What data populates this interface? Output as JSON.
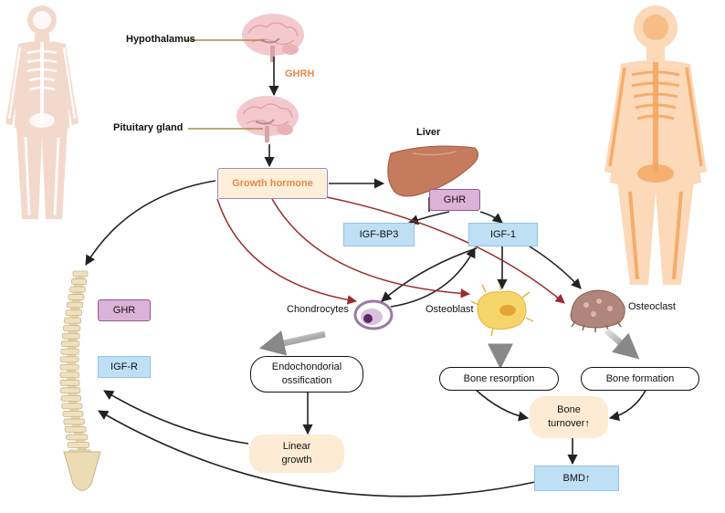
{
  "labels": {
    "hypothalamus": "Hypothalamus",
    "ghrh": "GHRH",
    "pituitary": "Pituitary gland",
    "liver": "Liver",
    "chondrocytes": "Chondrocytes",
    "osteoblast": "Osteoblast",
    "osteoclast": "Osteoclast"
  },
  "boxes": {
    "growth_hormone": "Growth hormone",
    "ghr_liver": "GHR",
    "igf_bp3": "IGF-BP3",
    "igf1": "IGF-1",
    "ghr_spine": "GHR",
    "igf_r": "IGF-R",
    "endo_line1": "Endochondorial",
    "endo_line2": "ossification",
    "bone_resorption": "Bone resorption",
    "bone_formation": "Bone formation",
    "turnover_line1": "Bone",
    "turnover_line2": "turnover↑",
    "linear_line1": "Linear",
    "linear_line2": "growth",
    "bmd": "BMD↑"
  },
  "colors": {
    "black_arrow": "#222222",
    "red_arrow": "#9b2b2b",
    "gray_arrow": "#808080",
    "ghrh_text": "#e8884a"
  }
}
